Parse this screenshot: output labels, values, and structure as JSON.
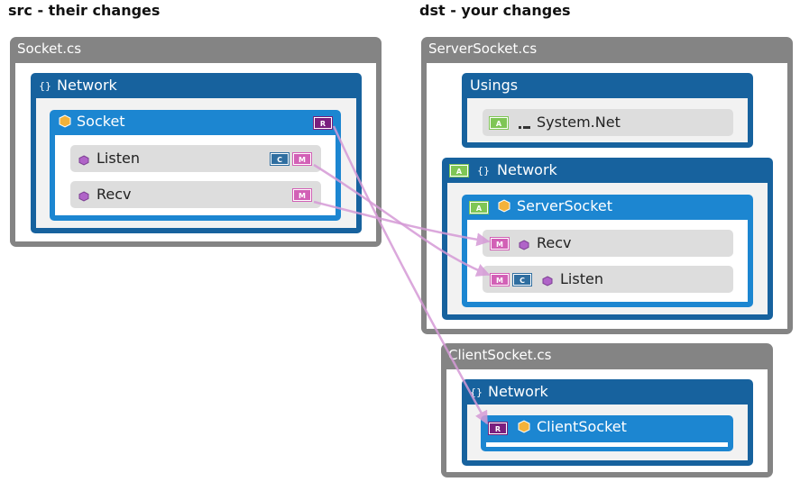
{
  "headings": {
    "src": "src - their changes",
    "dst": "dst - your changes"
  },
  "src": {
    "file": "Socket.cs",
    "namespace": "Network",
    "class": {
      "name": "Socket",
      "badge": "R"
    },
    "members": [
      {
        "name": "Listen",
        "badges": [
          "C",
          "M"
        ]
      },
      {
        "name": "Recv",
        "badges": [
          "M"
        ]
      }
    ]
  },
  "dst": {
    "server_file": {
      "file": "ServerSocket.cs",
      "usings_title": "Usings",
      "using_item": {
        "name": "System.Net",
        "badge": "A"
      },
      "namespace": {
        "name": "Network",
        "badge": "A"
      },
      "class": {
        "name": "ServerSocket",
        "badge": "A"
      },
      "members": [
        {
          "name": "Recv",
          "badges": [
            "M"
          ]
        },
        {
          "name": "Listen",
          "badges": [
            "M",
            "C"
          ]
        }
      ]
    },
    "client_file": {
      "file": "ClientSocket.cs",
      "namespace": "Network",
      "class": {
        "name": "ClientSocket",
        "badge": "R"
      }
    }
  },
  "links": [
    {
      "from": "Socket",
      "to": "ClientSocket"
    },
    {
      "from": "Listen",
      "to": "Listen"
    },
    {
      "from": "Recv",
      "to": "Recv"
    }
  ],
  "colors": {
    "file_frame": "#848484",
    "namespace": "#17629e",
    "class": "#1c86d1",
    "member": "#dddddd",
    "link": "#d59ad6",
    "badge_R": "#7a1f7e",
    "badge_C": "#2f6ea0",
    "badge_M": "#d260b6",
    "badge_A": "#7fc655"
  }
}
